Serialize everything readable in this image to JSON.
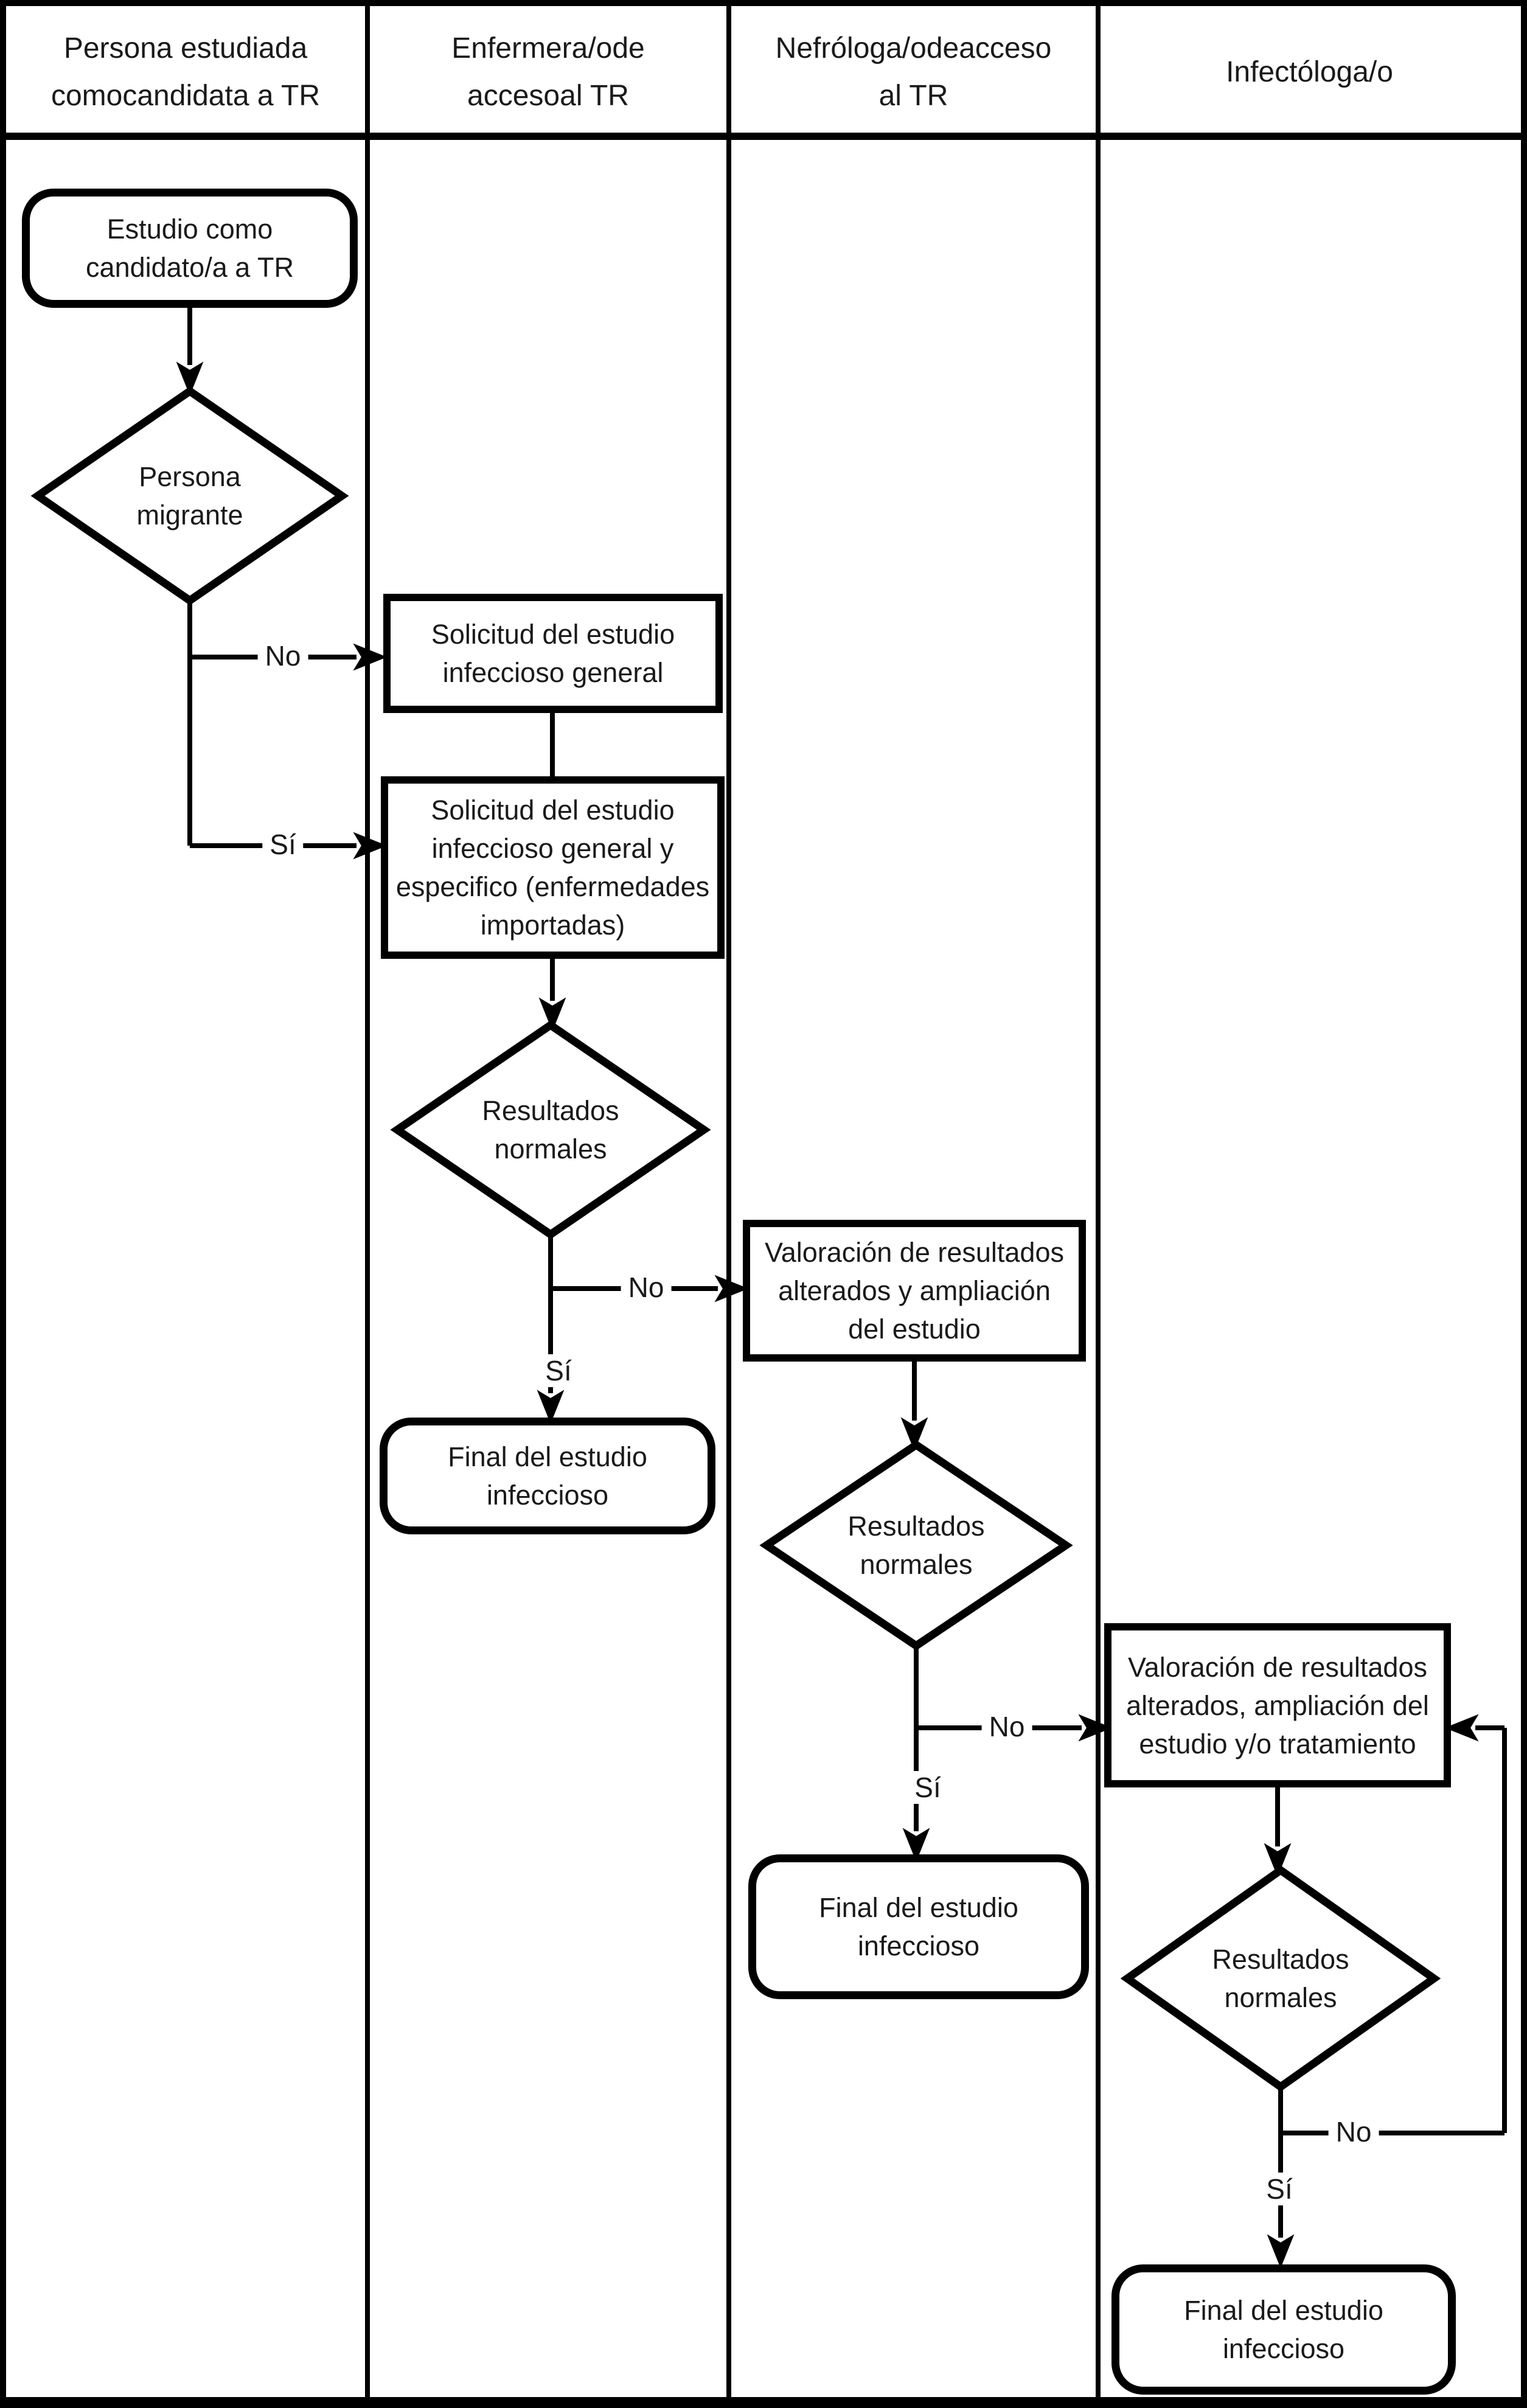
{
  "lanes": [
    {
      "label": "Persona estudiada\ncomocandidata a TR"
    },
    {
      "label": "Enfermera/ode\naccesoal TR"
    },
    {
      "label": "Nefróloga/odeacceso\nal TR"
    },
    {
      "label": "Infectóloga/o"
    }
  ],
  "nodes": {
    "start": {
      "type": "terminator",
      "lane": 1,
      "label": "Estudio como\ncandidato/a a TR"
    },
    "persona_migrante": {
      "type": "decision",
      "lane": 1,
      "label": "Persona\nmigrante"
    },
    "solicitud_general": {
      "type": "process",
      "lane": 2,
      "label": "Solicitud del estudio\ninfeccioso general"
    },
    "solicitud_especifico": {
      "type": "process",
      "lane": 2,
      "label": "Solicitud del estudio\ninfeccioso general y\nespecifico (enfermedades\nimportadas)"
    },
    "resultados_normales_1": {
      "type": "decision",
      "lane": 2,
      "label": "Resultados\nnormales"
    },
    "final_estudio_1": {
      "type": "terminator",
      "lane": 2,
      "label": "Final del estudio\ninfeccioso"
    },
    "valoracion_1": {
      "type": "process",
      "lane": 3,
      "label": "Valoración de resultados\nalterados y ampliación\ndel estudio"
    },
    "resultados_normales_2": {
      "type": "decision",
      "lane": 3,
      "label": "Resultados\nnormales"
    },
    "final_estudio_2": {
      "type": "terminator",
      "lane": 3,
      "label": "Final del estudio\ninfeccioso"
    },
    "valoracion_2": {
      "type": "process",
      "lane": 4,
      "label": "Valoración de resultados\nalterados, ampliación del\nestudio y/o tratamiento"
    },
    "resultados_normales_3": {
      "type": "decision",
      "lane": 4,
      "label": "Resultados\nnormales"
    },
    "final_estudio_3": {
      "type": "terminator",
      "lane": 4,
      "label": "Final del estudio\ninfeccioso"
    }
  },
  "branch_labels": {
    "yes": "Sí",
    "no": "No"
  },
  "edges": [
    {
      "from": "start",
      "to": "persona_migrante",
      "label": ""
    },
    {
      "from": "persona_migrante",
      "to": "solicitud_general",
      "label": "No"
    },
    {
      "from": "persona_migrante",
      "to": "solicitud_especifico",
      "label": "Sí"
    },
    {
      "from": "solicitud_general",
      "to": "solicitud_especifico",
      "label": ""
    },
    {
      "from": "solicitud_especifico",
      "to": "resultados_normales_1",
      "label": ""
    },
    {
      "from": "resultados_normales_1",
      "to": "valoracion_1",
      "label": "No"
    },
    {
      "from": "resultados_normales_1",
      "to": "final_estudio_1",
      "label": "Sí"
    },
    {
      "from": "valoracion_1",
      "to": "resultados_normales_2",
      "label": ""
    },
    {
      "from": "resultados_normales_2",
      "to": "valoracion_2",
      "label": "No"
    },
    {
      "from": "resultados_normales_2",
      "to": "final_estudio_2",
      "label": "Sí"
    },
    {
      "from": "valoracion_2",
      "to": "resultados_normales_3",
      "label": ""
    },
    {
      "from": "resultados_normales_3",
      "to": "valoracion_2",
      "label": "No"
    },
    {
      "from": "resultados_normales_3",
      "to": "final_estudio_3",
      "label": "Sí"
    }
  ],
  "colors": {
    "line": "#000000",
    "background": "#ffffff",
    "text": "#1a1a1a"
  }
}
